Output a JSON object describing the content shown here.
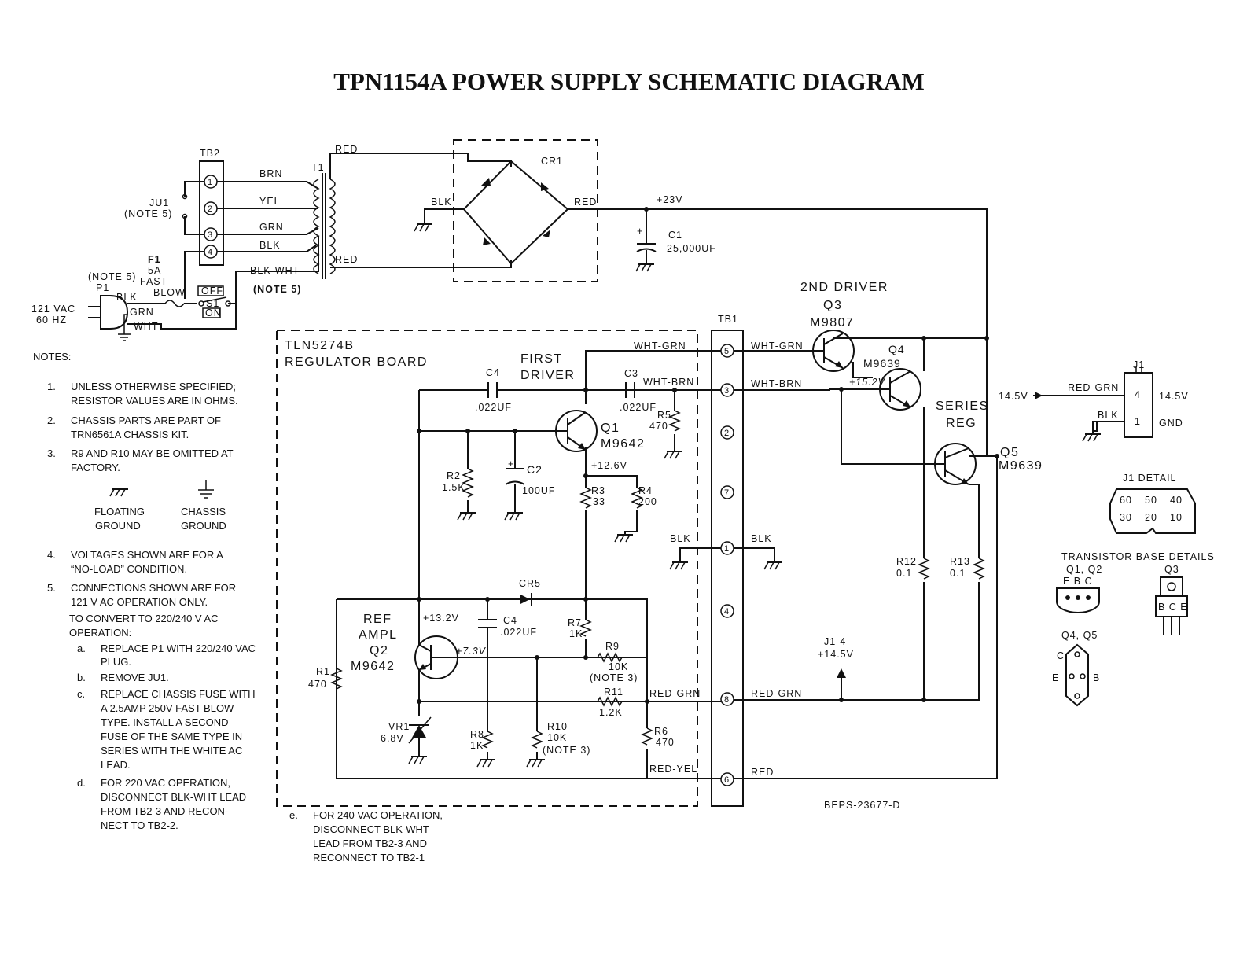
{
  "title": "TPN1154A POWER SUPPLY SCHEMATIC DIAGRAM",
  "drawing_number": "BEPS-23677-D",
  "tb2": {
    "label": "TB2",
    "terminals": [
      "1",
      "2",
      "3",
      "4"
    ]
  },
  "input": {
    "jumper_label": "JU1",
    "jumper_note": "(NOTE 5)",
    "plug_note": "(NOTE 5)",
    "plug_label": "P1",
    "mains_line1": "121 VAC",
    "mains_line2": "60 HZ",
    "fuse_label": "F1",
    "fuse_rating": "5A",
    "fuse_type1": "FAST",
    "fuse_type2": "BLOW",
    "switch_label": "S1",
    "switch_off": "OFF",
    "switch_on": "ON",
    "wire_note": "(NOTE 5)"
  },
  "wires": {
    "brn": "BRN",
    "yel": "YEL",
    "grn": "GRN",
    "blk": "BLK",
    "blk_wht": "BLK-WHT",
    "wht": "WHT",
    "red": "RED",
    "wht_grn": "WHT-GRN",
    "wht_brn": "WHT-BRN",
    "red_grn": "RED-GRN",
    "red_yel": "RED-YEL"
  },
  "transformer": {
    "label": "T1"
  },
  "rectifier": {
    "label": "CR1"
  },
  "supply": {
    "rail": "+23V",
    "c1_label": "C1",
    "c1_value": "25,000UF",
    "plus": "+"
  },
  "regulator_board": {
    "line1": "TLN5274B",
    "line2": "REGULATOR BOARD"
  },
  "tb1": {
    "label": "TB1",
    "terminals": [
      "5",
      "3",
      "2",
      "7",
      "1",
      "4",
      "8",
      "6"
    ]
  },
  "components": {
    "c4_top_label": "C4",
    "c4_top_value": ".022UF",
    "first_driver_line1": "FIRST",
    "first_driver_line2": "DRIVER",
    "c3_label": "C3",
    "c3_value": ".022UF",
    "r5_label": "R5",
    "r5_value": "470",
    "q1_label": "Q1",
    "q1_part": "M9642",
    "r2_label": "R2",
    "r2_value": "1.5K",
    "c2_label": "C2",
    "c2_value": "100UF",
    "v_q1_emitter": "+12.6V",
    "r3_label": "R3",
    "r3_value": "33",
    "r4_label": "R4",
    "r4_value": "200",
    "cr5_label": "CR5",
    "ref_amp_line1": "REF",
    "ref_amp_line2": "AMPL",
    "q2_label": "Q2",
    "q2_part": "M9642",
    "v_ref_top": "+13.2V",
    "v_q2_base": "+7.3V",
    "c4_label": "C4",
    "c4_value": ".022UF",
    "r7_label": "R7",
    "r7_value": "1K",
    "r9_label": "R9",
    "r9_value": "10K",
    "r9_note": "(NOTE 3)",
    "r1_label": "R1",
    "r1_value": "470",
    "r11_label": "R11",
    "r11_value": "1.2K",
    "vr1_label": "VR1",
    "vr1_value": "6.8V",
    "r8_label": "R8",
    "r8_value": "1K",
    "r10_label": "R10",
    "r10_value": "10K",
    "r10_note": "(NOTE 3)",
    "r6_label": "R6",
    "r6_value": "470",
    "blk_left": "BLK",
    "blk_right": "BLK",
    "second_driver": "2ND DRIVER",
    "q3_label": "Q3",
    "q3_part": "M9807",
    "q4_label": "Q4",
    "q4_part": "M9639",
    "v_q4": "+15.2V",
    "series_reg_line1": "SERIES",
    "series_reg_line2": "REG",
    "q5_label": "Q5",
    "q5_part": "M9639",
    "r12_label": "R12",
    "r12_value": "0.1",
    "r13_label": "R13",
    "r13_value": "0.1",
    "j1_4_label": "J1-4",
    "j1_4_value": "+14.5V"
  },
  "output": {
    "j1_label": "J1",
    "pin4": "4",
    "pin1": "1",
    "left_voltage": "14.5V",
    "right_voltage": "14.5V",
    "gnd": "GND",
    "wire_red_grn": "RED-GRN",
    "wire_blk": "BLK"
  },
  "details": {
    "j1_detail_title": "J1 DETAIL",
    "j1_row1": [
      "60",
      "50",
      "40"
    ],
    "j1_row2": [
      "30",
      "20",
      "10"
    ],
    "transistor_title": "TRANSISTOR  BASE DETAILS",
    "q1q2_label": "Q1, Q2",
    "q1q2_pins": "E B C",
    "q3_label": "Q3",
    "q3_pins": "B C E",
    "q4q5_label": "Q4, Q5",
    "pin_c": "C",
    "pin_e": "E",
    "pin_b": "B"
  },
  "notes": {
    "heading": "NOTES:",
    "n1_num": "1.",
    "n1_l1": "UNLESS OTHERWISE SPECIFIED;",
    "n1_l2": "RESISTOR VALUES ARE IN OHMS.",
    "n2_num": "2.",
    "n2_l1": "CHASSIS PARTS ARE PART OF",
    "n2_l2": "TRN6561A CHASSIS KIT.",
    "n3_num": "3.",
    "n3_l1": "R9 AND R10 MAY BE OMITTED AT",
    "n3_l2": "FACTORY.",
    "floating_l1": "FLOATING",
    "floating_l2": "GROUND",
    "chassis_l1": "CHASSIS",
    "chassis_l2": "GROUND",
    "n4_num": "4.",
    "n4_l1": "VOLTAGES SHOWN ARE FOR A",
    "n4_l2": "“NO-LOAD” CONDITION.",
    "n5_num": "5.",
    "n5_l1": "CONNECTIONS SHOWN ARE FOR",
    "n5_l2": "121 V AC OPERATION ONLY.",
    "n5_l3": "TO CONVERT TO 220/240 V AC",
    "n5_l4": "OPERATION:",
    "a_num": "a.",
    "a_l1": "REPLACE P1 WITH 220/240 VAC",
    "a_l2": "PLUG.",
    "b_num": "b.",
    "b_l1": "REMOVE JU1.",
    "c_num": "c.",
    "c_l1": "REPLACE CHASSIS FUSE WITH",
    "c_l2": "A 2.5AMP 250V FAST BLOW",
    "c_l3": "TYPE.  INSTALL A SECOND",
    "c_l4": "FUSE OF THE SAME TYPE IN",
    "c_l5": "SERIES WITH THE WHITE AC",
    "c_l6": "LEAD.",
    "d_num": "d.",
    "d_l1": "FOR 220 VAC OPERATION,",
    "d_l2": "DISCONNECT BLK-WHT LEAD",
    "d_l3": "FROM TB2-3 AND RECON-",
    "d_l4": "NECT TO TB2-2.",
    "e_num": "e.",
    "e_l1": "FOR 240 VAC OPERATION,",
    "e_l2": "DISCONNECT BLK-WHT",
    "e_l3": "LEAD FROM TB2-3 AND",
    "e_l4": "RECONNECT TO TB2-1"
  }
}
